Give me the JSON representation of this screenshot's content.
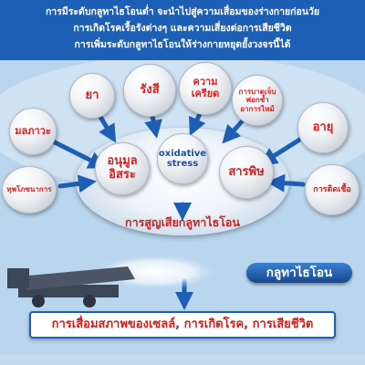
{
  "header": {
    "line1": "การมีระดับกลูทาไธโอนต่ำ จะนำไปสู่ความเสื่อมของร่างกายก่อนวัย",
    "line2": "การเกิดโรคเรื้อรังต่างๆ และความเสี่ยงต่อการเสียชีวิต",
    "line3": "การเพิ่มระดับกลูทาไธโอนให้ร่างกายหยุดยั้งวงจรนี้ได้"
  },
  "outer_factors": {
    "pollution": "มลภาวะ",
    "drug": "ยา",
    "radiation": "รังสี",
    "stress": "ความ เครียด",
    "exercise_injury": "การบาดเจ็บ ฟอกช้ำ อาการไหม้",
    "age": "อายุ",
    "malnutrition": "ทุพโภชนาการ",
    "infection": "การติดเชื้อ"
  },
  "inner_factors": {
    "free_radicals": "อนุมูล อิสระ",
    "oxidative": "oxidative stress",
    "toxins": "สารพิษ"
  },
  "loss_label": "การสูญเสียกลูทาไธโอน",
  "glutathione_label": "กลูทาไธโอน",
  "result_label": "การเสื่อมสภาพของเซลล์, การเกิดโรค, การเสียชีวิต",
  "colors": {
    "header_bg": "#1e5fb6",
    "background": "#b9d6ee",
    "label_red": "#e31b1b",
    "arrow_blue": "#1e5fb6"
  }
}
